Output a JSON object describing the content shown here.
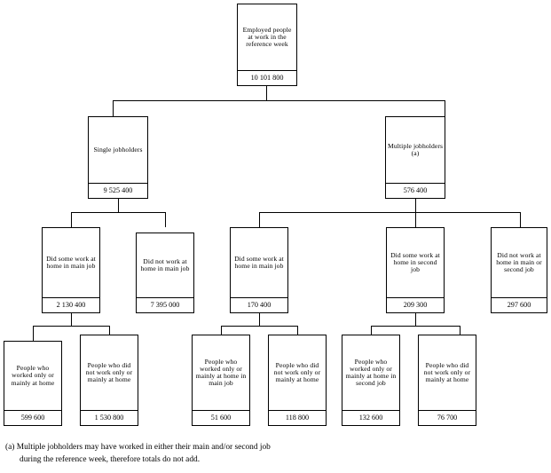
{
  "diagram": {
    "title_implicit": "Employed people at work in the reference week hierarchy",
    "nodes": {
      "root": {
        "label": "Employed people at work in the reference week",
        "value": "10 101 800"
      },
      "single_jobholders": {
        "label": "Single jobholders",
        "value": "9 525 400"
      },
      "multiple_jobholders": {
        "label": "Multiple jobholders (a)",
        "value": "576 400"
      },
      "single_did_some_work": {
        "label": "Did some work at home in main job",
        "value": "2 130 400"
      },
      "single_did_not_work": {
        "label": "Did not work at home in main job",
        "value": "7 395 000"
      },
      "multi_did_some_work_main": {
        "label": "Did some work at home in main job",
        "value": "170 400"
      },
      "multi_did_some_work_second": {
        "label": "Did some work at home in second job",
        "value": "209 300"
      },
      "multi_did_not_work": {
        "label": "Did not work at home in main or second job",
        "value": "297 600"
      },
      "single_worked_only_home": {
        "label": "People who worked only or mainly at home",
        "value": "599 600"
      },
      "single_not_worked_only_home": {
        "label": "People who did not work only or mainly at home",
        "value": "1 530 800"
      },
      "multi_main_worked_only_home": {
        "label": "People who worked only or mainly at home in main job",
        "value": "51 600"
      },
      "multi_main_not_worked_only_home": {
        "label": "People who did not work only or mainly at home",
        "value": "118 800"
      },
      "multi_second_worked_only_home": {
        "label": "People who worked only or mainly at home in second job",
        "value": "132 600"
      },
      "multi_second_not_worked_only_home": {
        "label": "People who did not work only or mainly at home",
        "value": "76 700"
      }
    },
    "footnote": {
      "line1": "(a) Multiple jobholders may have worked in either their main and/or second job",
      "line2": "during the reference week, therefore totals do not add."
    }
  }
}
